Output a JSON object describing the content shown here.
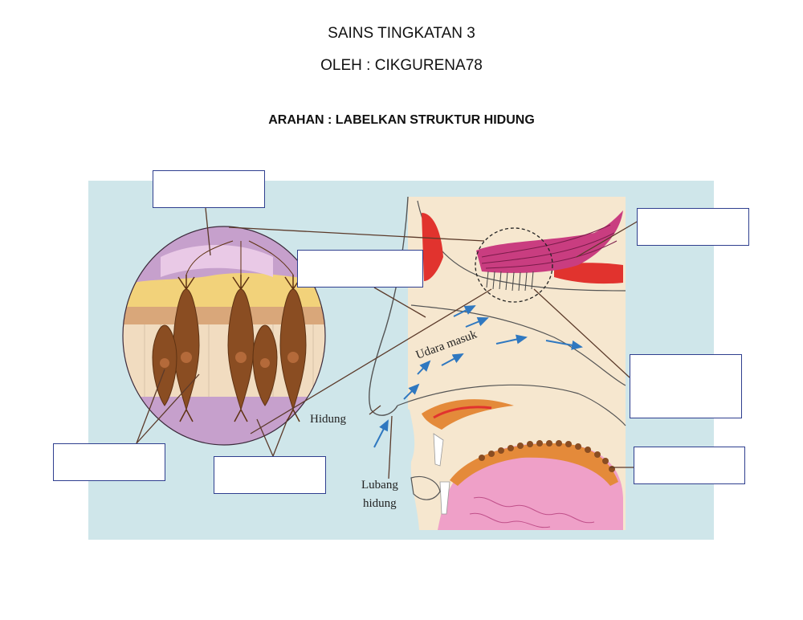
{
  "header": {
    "title": "SAINS TINGKATAN 3",
    "author": "OLEH : CIKGURENA78",
    "instruction": "ARAHAN : LABELKAN STRUKTUR HIDUNG"
  },
  "diagram": {
    "labels": {
      "air_in": "Udara masuk",
      "nose": "Hidung",
      "nostril_line1": "Lubang",
      "nostril_line2": "hidung"
    },
    "colors": {
      "background": "#cfe6ea",
      "skin": "#f6e7cf",
      "olfactory": "#c93d80",
      "red_tissue": "#e1332e",
      "orange": "#e48a3a",
      "tongue": "#efa0c8",
      "circle": "#c6a0cc",
      "cell": "#8a4d22",
      "arrow": "#2f78c0",
      "box_border": "#2f3f8f"
    },
    "answer_boxes": [
      "",
      "",
      "",
      "",
      "",
      "",
      ""
    ]
  }
}
